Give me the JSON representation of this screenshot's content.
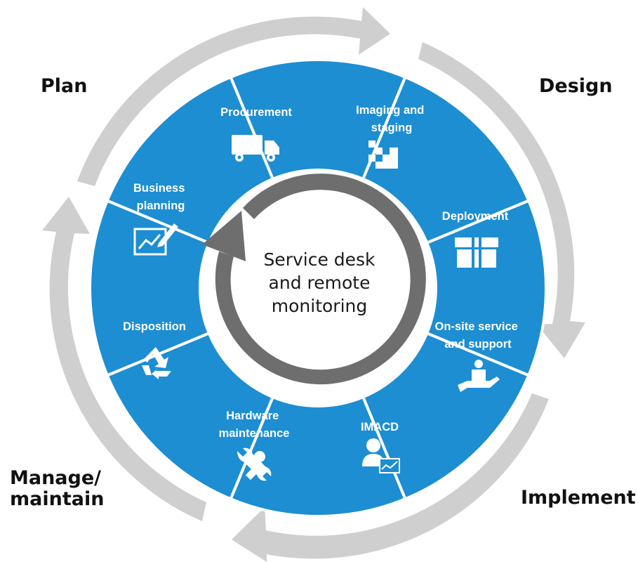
{
  "phases": {
    "plan": "Plan",
    "design": "Design",
    "implement": "Implement",
    "manage_line1": "Manage/",
    "manage_line2": "maintain"
  },
  "center": {
    "line1": "Service desk",
    "line2": "and remote",
    "line3": "monitoring"
  },
  "segments": [
    {
      "id": "procurement",
      "lines": [
        "Procurement"
      ],
      "icon": "truck-icon"
    },
    {
      "id": "imaging",
      "lines": [
        "Imaging and",
        "staging"
      ],
      "icon": "checkered-stairs-icon"
    },
    {
      "id": "deployment",
      "lines": [
        "Deployment"
      ],
      "icon": "gift-box-icon"
    },
    {
      "id": "onsite",
      "lines": [
        "On-site service",
        "and support"
      ],
      "icon": "hand-person-icon"
    },
    {
      "id": "imacd",
      "lines": [
        "IMACD"
      ],
      "icon": "person-chart-icon"
    },
    {
      "id": "hardware",
      "lines": [
        "Hardware",
        "maintenance"
      ],
      "icon": "wrench-icon"
    },
    {
      "id": "disposition",
      "lines": [
        "Disposition"
      ],
      "icon": "recycle-icon"
    },
    {
      "id": "business",
      "lines": [
        "Business",
        "planning"
      ],
      "icon": "chart-pencil-icon"
    }
  ],
  "colors": {
    "segment_fill": "#1d8ed1",
    "divider": "#ffffff",
    "outer_arrow": "#cfcfcf",
    "inner_arrow": "#6e6e6e",
    "phase_text": "#111111",
    "center_text": "#1a1a1a"
  }
}
